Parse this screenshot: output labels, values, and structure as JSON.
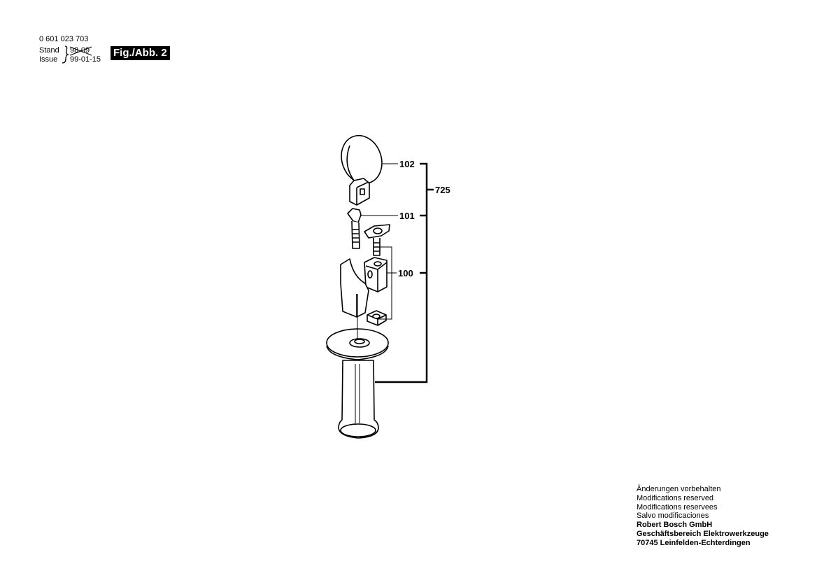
{
  "header": {
    "part_number": "0 601 023 703",
    "stand_label": "Stand",
    "issue_label": "Issue",
    "stand_date_struck": "98-09",
    "issue_date": "99-01-15",
    "figure_badge": "Fig./Abb. 2"
  },
  "diagram": {
    "callouts": [
      {
        "id": "102",
        "label": "102"
      },
      {
        "id": "101",
        "label": "101"
      },
      {
        "id": "100",
        "label": "100"
      },
      {
        "id": "725",
        "label": "725"
      }
    ],
    "parts": [
      "clamp-band",
      "screw-nut-101",
      "wing-bolt",
      "clamp-block",
      "square-nut",
      "handle-body",
      "grip-handle"
    ]
  },
  "footer": {
    "lines": [
      "Änderungen vorbehalten",
      "Modifications reserved",
      "Modifications reservees",
      "Salvo modificaciones"
    ],
    "company": "Robert Bosch GmbH",
    "division": "Geschäftsbereich Elektrowerkzeuge",
    "address": "70745 Leinfelden-Echterdingen"
  }
}
